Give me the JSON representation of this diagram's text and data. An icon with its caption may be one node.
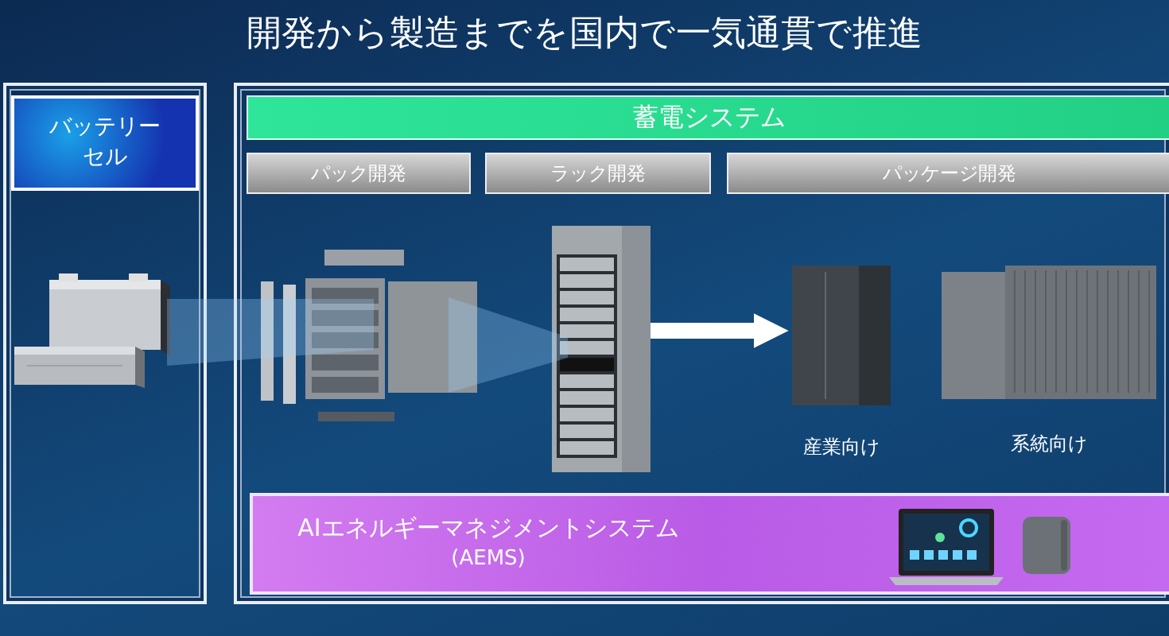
{
  "diagram": {
    "title": "開発から製造までを国内で一気通貫で推進",
    "nodes": [
      {
        "text": [],
        "shape": "box"
      },
      {
        "text": [
          "バッテリーセル"
        ],
        "in": 0
      },
      {
        "text": [],
        "shape": "picture",
        "in": 0
      },
      {
        "text": [],
        "shape": "box"
      },
      {
        "text": [
          "蓄電システム"
        ],
        "in": 3
      },
      {
        "text": [
          "パック開発"
        ],
        "in": 3
      },
      {
        "text": [
          "ラック開発"
        ],
        "in": 3
      },
      {
        "text": [
          "パッケージ開発"
        ],
        "in": 3
      },
      {
        "text": [],
        "shape": "picture",
        "in": 3
      },
      {
        "text": [],
        "shape": "picture",
        "in": 3
      },
      {
        "text": [],
        "shape": "picture",
        "in": 3,
        "beside": [
          "産業向け"
        ]
      },
      {
        "text": [],
        "shape": "picture",
        "in": 3,
        "beside": [
          "系統向け"
        ]
      },
      {
        "text": [
          "AIエネルギーマネジメントシステム",
          "(AEMS)"
        ],
        "in": 3
      },
      {
        "text": [],
        "shape": "cone"
      },
      {
        "text": [],
        "shape": "cone",
        "in": 3
      }
    ],
    "edges": [
      {
        "from": 9,
        "to": 10,
        "arrow": "to"
      }
    ]
  }
}
